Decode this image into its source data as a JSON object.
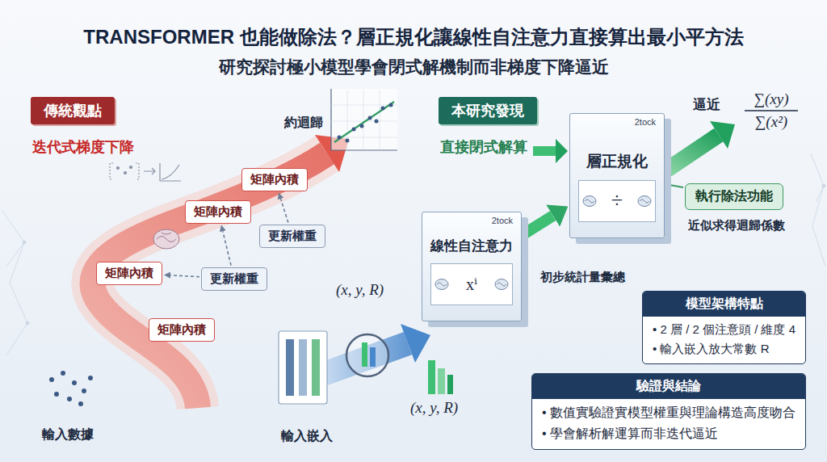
{
  "diagram": {
    "title": "TRANSFORMER 也能做除法？層正規化讓線性自注意力直接算出最小平方法",
    "nodes": [
      {
        "text": [
          "傳統觀點"
        ]
      },
      {
        "text": [
          "矩陣內積"
        ]
      },
      {
        "text": [
          "矩陣內積"
        ]
      },
      {
        "text": [
          "更新權重"
        ]
      },
      {
        "text": [
          "矩陣內積"
        ]
      },
      {
        "text": [
          "更新權重"
        ]
      },
      {
        "text": [
          "矩陣內積"
        ]
      },
      {
        "text": [
          "本研究發現"
        ]
      },
      {
        "text": [
          "2tock",
          "層正規化"
        ]
      },
      {
        "text": [
          "÷"
        ],
        "in": 8
      },
      {
        "text": [
          "2tock",
          "線性自注意力"
        ]
      },
      {
        "text": [
          "xⁱ"
        ],
        "in": 10
      },
      {
        "text": [
          "執行除法功能"
        ]
      },
      {
        "text": [
          "模型架構特點",
          "• 2 層 / 2 個注意頭 / 維度 4",
          "• 輸入嵌入放大常數 R"
        ]
      },
      {
        "text": [
          "驗證與結論",
          "• 數值實驗證實模型權重與理論構造高度吻合",
          "• 學會解析解運算而非迭代逼近"
        ]
      }
    ],
    "edges": [
      {
        "from": 3,
        "to": 1,
        "arrow": "to"
      },
      {
        "from": 5,
        "to": 2,
        "arrow": "to"
      },
      {
        "from": 5,
        "to": 4,
        "arrow": "to"
      },
      {
        "from": 10,
        "to": 8,
        "arrow": "to",
        "label": "初步統計量彙總"
      },
      {
        "from": 8,
        "to": 12,
        "arrow": "none"
      }
    ],
    "labels": [
      "研究探討極小模型學會閉式解機制而非梯度下降逼近",
      "迭代式梯度下降",
      "約迴歸",
      "輸入數據",
      "直接閉式解算",
      "逼近",
      "∑(xy)",
      "∑(x²)",
      "近似求得迴歸係數",
      "(x, y, R)",
      "(x, y, R)",
      "輸入嵌入"
    ]
  }
}
